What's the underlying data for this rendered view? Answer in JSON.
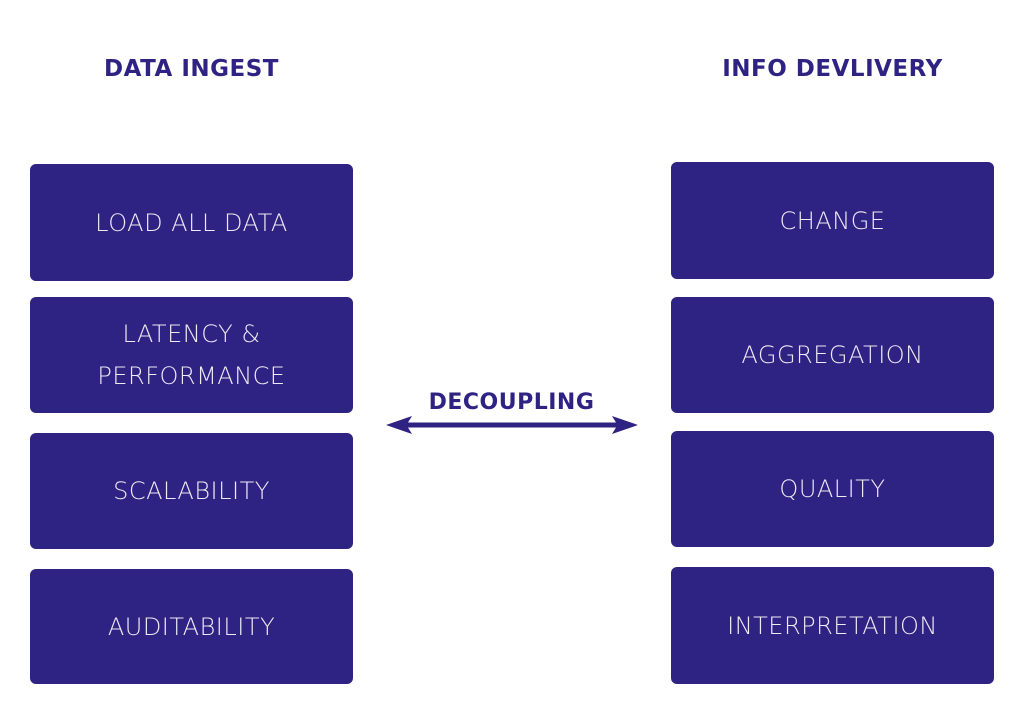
{
  "colors": {
    "primary": "#2e2382",
    "box_text": "#ecebf6",
    "background": "#ffffff"
  },
  "left": {
    "title": "DATA INGEST",
    "boxes": [
      {
        "label": "LOAD ALL DATA"
      },
      {
        "label": "LATENCY & PERFORMANCE",
        "line1": "LATENCY &",
        "line2": "PERFORMANCE"
      },
      {
        "label": "SCALABILITY"
      },
      {
        "label": "AUDITABILITY"
      }
    ]
  },
  "right": {
    "title": "INFO DEVLIVERY",
    "boxes": [
      {
        "label": "CHANGE"
      },
      {
        "label": "AGGREGATION"
      },
      {
        "label": "QUALITY"
      },
      {
        "label": "INTERPRETATION"
      }
    ]
  },
  "connector": {
    "label": "DECOUPLING",
    "icon": "double-arrow-icon"
  }
}
